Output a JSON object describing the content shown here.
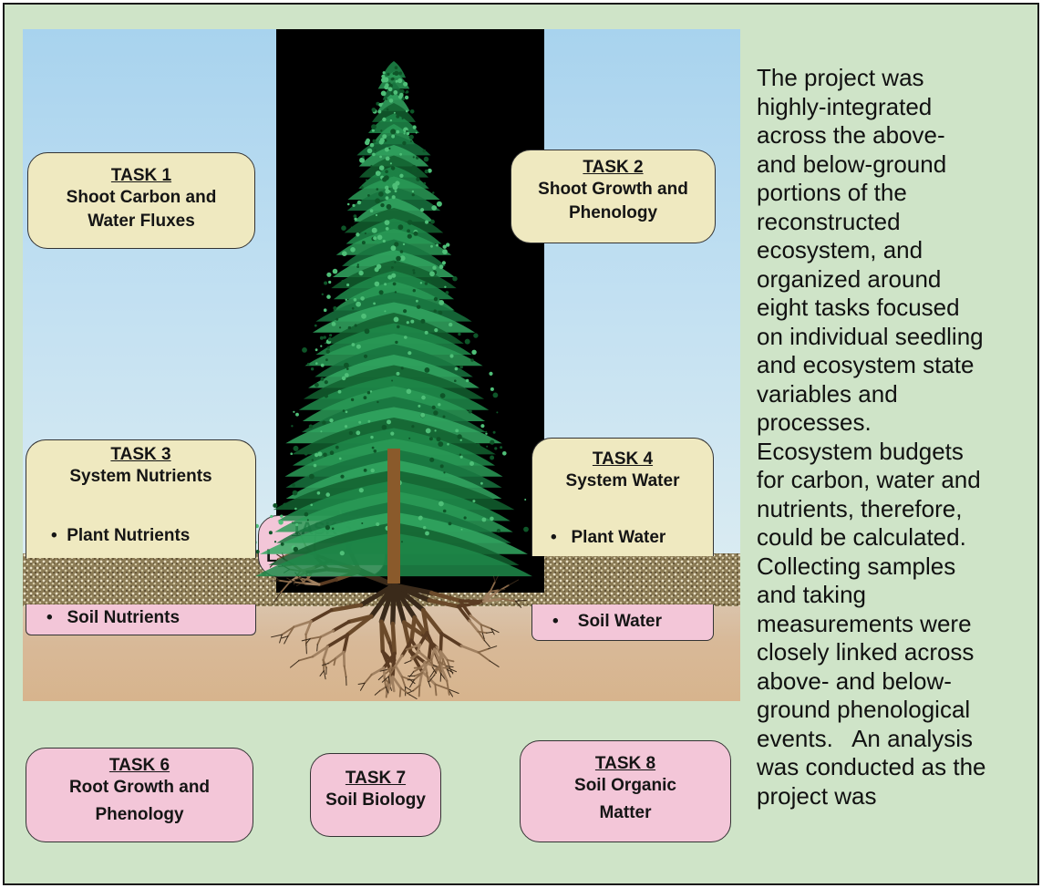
{
  "tasks": {
    "t1": {
      "title": "TASK 1",
      "line1": "Shoot Carbon and",
      "line2": "Water Fluxes"
    },
    "t2": {
      "title": "TASK 2",
      "line1": "Shoot Growth and",
      "line2": "Phenology"
    },
    "t3": {
      "title": "TASK 3",
      "line1": "System Nutrients",
      "bullet_above": "Plant Nutrients",
      "bullet_below": "Soil Nutrients"
    },
    "t4": {
      "title": "TASK 4",
      "line1": "System Water",
      "bullet_above": "Plant Water",
      "bullet_below": "Soil Water"
    },
    "t5": {
      "title": "TASK 5",
      "partial": "L"
    },
    "t6": {
      "title": "TASK 6",
      "line1": "Root Growth and",
      "line2": "Phenology"
    },
    "t7": {
      "title": "TASK 7",
      "line1": "Soil Biology"
    },
    "t8": {
      "title": "TASK 8",
      "line1": "Soil Organic",
      "line2": "Matter"
    }
  },
  "bullet_char": "•",
  "side_text": "The project was\nhighly-integrated\nacross the above-\nand below-ground\nportions of the\nreconstructed\necosystem, and\norganized around\neight tasks focused\non individual seedling\nand ecosystem state\nvariables and\nprocesses.\nEcosystem budgets\nfor carbon, water and\nnutrients, therefore,\ncould be calculated.\nCollecting samples\nand taking\nmeasurements were\nclosely linked across\nabove- and below-\nground phenological\nevents.   An analysis\nwas conducted as the\nproject was",
  "colors": {
    "background": "#cfe4c8",
    "sky": "#a8d3ee",
    "above_ground_box": "#efe9c0",
    "below_ground_box": "#f3c6d8",
    "foliage": "#1f8a4a",
    "roots": "#6b4a2a"
  }
}
